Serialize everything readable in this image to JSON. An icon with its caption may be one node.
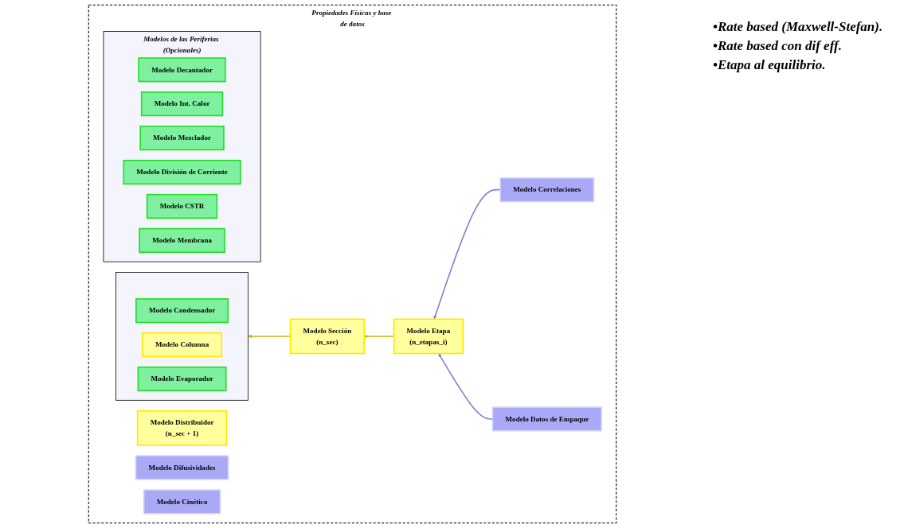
{
  "diagram": {
    "nodes": [
      {
        "text": [
          "Propiedades Físicas y base de datos"
        ]
      },
      {
        "text": [],
        "shape": "box",
        "in": 0
      },
      {
        "text": [
          "Modelo Condensador"
        ],
        "in": 1
      },
      {
        "text": [
          "Modelo Columna"
        ],
        "in": 1
      },
      {
        "text": [
          "Modelo Evaporador"
        ],
        "in": 1
      },
      {
        "text": [
          "Modelo Distribuidor",
          "(n_sec + 1)"
        ],
        "in": 0
      },
      {
        "text": [
          "Modelo Difusividades"
        ],
        "in": 0
      },
      {
        "text": [
          "Modelo Correlaciones"
        ],
        "in": 0
      },
      {
        "text": [
          "Modelo Sección",
          "(n_sec)"
        ],
        "in": 0
      },
      {
        "text": [
          "Modelo Etapa",
          "(n_etapas_i)"
        ],
        "in": 0
      },
      {
        "text": [
          "Modelo Datos de Empaque"
        ],
        "in": 0
      },
      {
        "text": [
          "Modelo Cinético"
        ],
        "in": 0
      },
      {
        "text": [
          "Modelos de las Periferias (Opcionales)"
        ],
        "in": 0
      },
      {
        "text": [
          "Modelo Decantador"
        ],
        "in": 12
      },
      {
        "text": [
          "Modelo Int. Calor"
        ],
        "in": 12
      },
      {
        "text": [
          "Modelo Mezclador"
        ],
        "in": 12
      },
      {
        "text": [
          "Modelo División de Corriente"
        ],
        "in": 12
      },
      {
        "text": [
          "Modelo CSTR"
        ],
        "in": 12
      },
      {
        "text": [
          "Modelo Membrana"
        ],
        "in": 12
      }
    ],
    "edges": [
      {
        "from": 8,
        "to": 1,
        "arrow": "to",
        "color": "#c8b400"
      },
      {
        "from": 9,
        "to": 8,
        "arrow": "to",
        "color": "#c8b400"
      },
      {
        "from": 7,
        "to": 9,
        "arrow": "to",
        "color": "#8080d0"
      },
      {
        "from": 10,
        "to": 9,
        "arrow": "to",
        "color": "#8080d0"
      }
    ],
    "labels": [
      "•Rate based (Maxwell-Stefan).",
      "•Rate based con dif eff.",
      "•Etapa al equilibrio."
    ]
  }
}
